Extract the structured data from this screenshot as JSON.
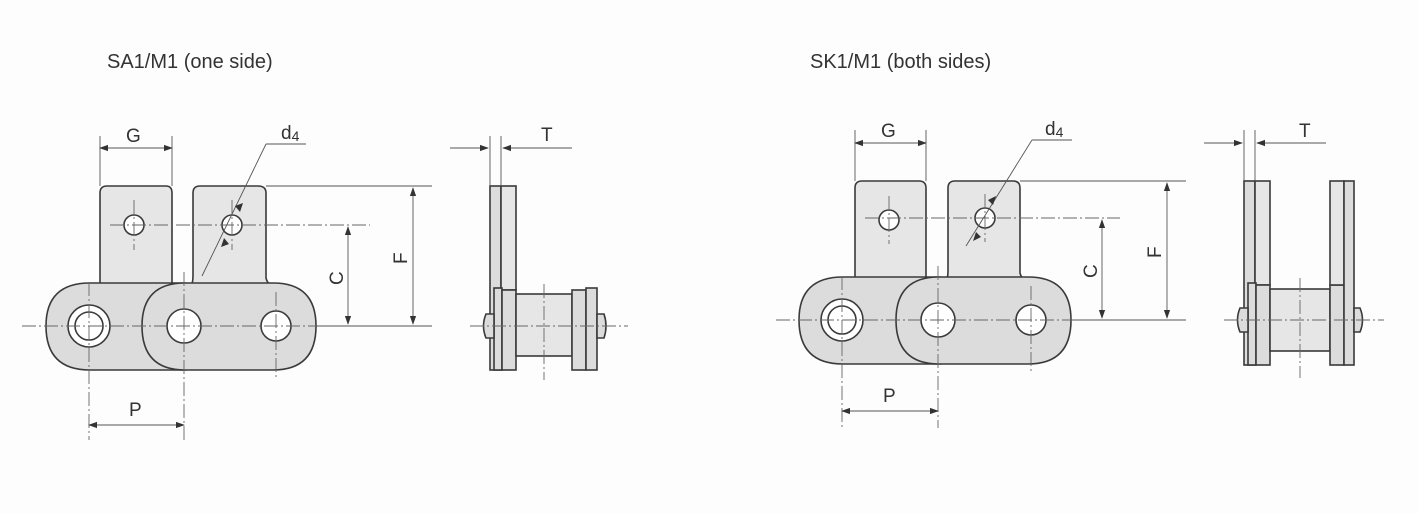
{
  "views": [
    {
      "caption": "SA1/M1 (one side)",
      "labels": {
        "g": "G",
        "d": "d",
        "d_sub": "4",
        "c": "C",
        "f": "F",
        "t": "T",
        "p": "P"
      }
    },
    {
      "caption": "SK1/M1 (both sides)",
      "labels": {
        "g": "G",
        "d": "d",
        "d_sub": "4",
        "c": "C",
        "f": "F",
        "t": "T",
        "p": "P"
      }
    }
  ]
}
